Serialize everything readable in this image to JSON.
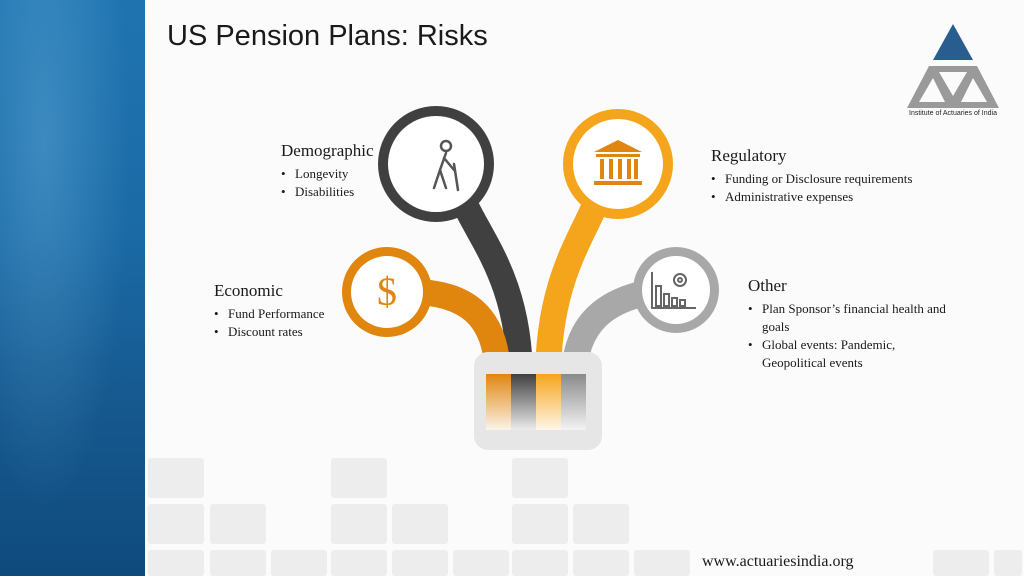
{
  "slide": {
    "title": "US Pension Plans: Risks",
    "footer_url": "www.actuariesindia.org"
  },
  "logo": {
    "caption": "Institute of Actuaries of India"
  },
  "categories": [
    {
      "heading": "Demographic",
      "items": [
        "Longevity",
        "Disabilities"
      ],
      "icon": "elderly-person-icon",
      "color": "#404040"
    },
    {
      "heading": "Regulatory",
      "items": [
        "Funding or Disclosure requirements",
        "Administrative expenses"
      ],
      "icon": "bank-building-icon",
      "color": "#f5a51b"
    },
    {
      "heading": "Economic",
      "items": [
        "Fund Performance",
        "Discount rates"
      ],
      "icon": "dollar-sign-icon",
      "color": "#e0860f"
    },
    {
      "heading": "Other",
      "items": [
        "Plan Sponsor’s financial health and goals",
        "Global events: Pandemic, Geopolitical events"
      ],
      "icon": "chart-gear-icon",
      "color": "#a8a8a8"
    }
  ]
}
